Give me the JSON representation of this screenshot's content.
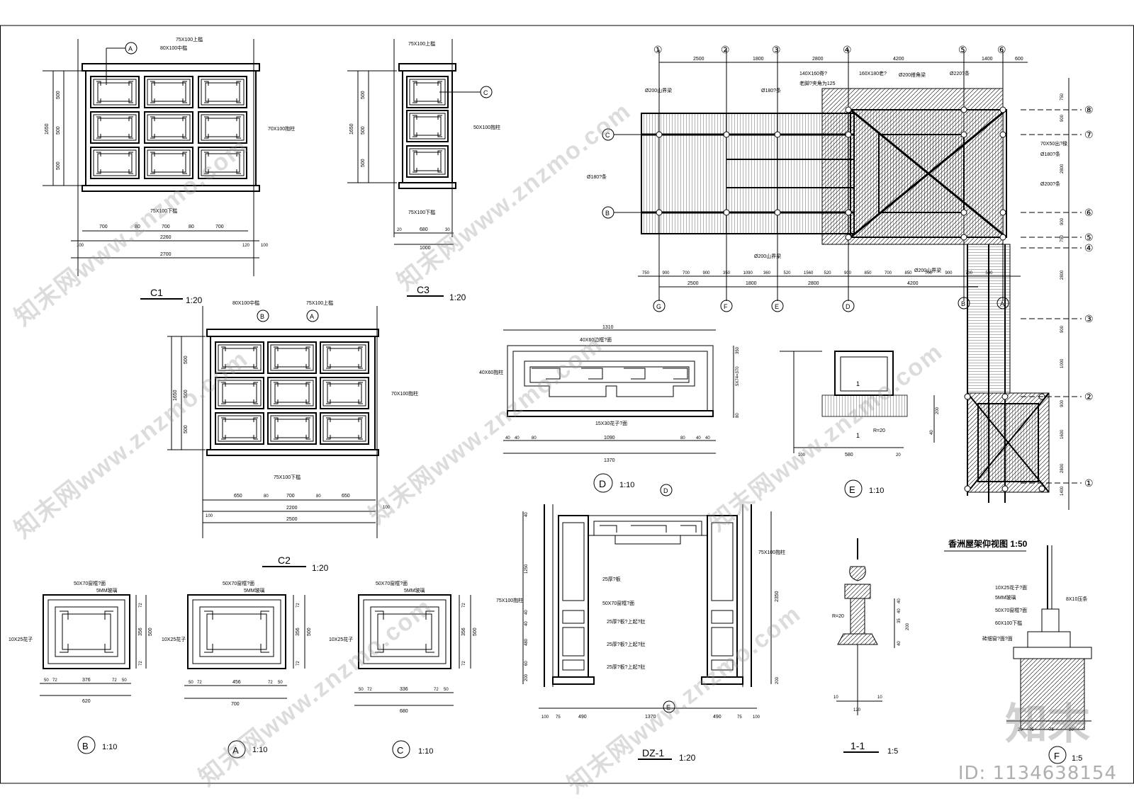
{
  "c1": {
    "title": "C1",
    "scale": "1:20",
    "top_rail": "75X100上槛",
    "mid_rail": "80X100中槛",
    "post": "70X100抱柱",
    "bottom_rail": "75X100下槛",
    "callout": "A",
    "dims_h": [
      "100",
      "100",
      "700",
      "80",
      "700",
      "80",
      "700",
      "120",
      "100"
    ],
    "dim_inner": "2260",
    "dim_total": "2700",
    "dims_v": [
      "500",
      "500",
      "500"
    ],
    "dim_v_total": "1650"
  },
  "c3": {
    "title": "C3",
    "scale": "1:20",
    "top_rail": "75X100上槛",
    "post": "50X100抱柱",
    "bottom_rail": "75X100下槛",
    "callout": "C",
    "dims_h": [
      "20",
      "680",
      "30"
    ],
    "dim_total": "1000",
    "dims_v": [
      "500",
      "500",
      "500"
    ],
    "dim_v_total": "1650"
  },
  "c2": {
    "title": "C2",
    "scale": "1:20",
    "top_rail": "75X100上槛",
    "mid_rail": "80X100中槛",
    "post": "70X100抱柱",
    "bottom_rail": "75X100下槛",
    "callout_b": "B",
    "callout_a": "A",
    "dims_h": [
      "100",
      "650",
      "80",
      "700",
      "80",
      "650",
      "100"
    ],
    "dim_inner": "2200",
    "dim_total": "2500",
    "dims_v": [
      "500",
      "500",
      "500"
    ],
    "dim_v_total": "1650"
  },
  "roof_plan": {
    "title": "香洲屋架仰视图 1:50",
    "col_tags": [
      "G",
      "F",
      "E",
      "D",
      "B",
      "A"
    ],
    "row_tags_left": [
      "C",
      "B"
    ],
    "grid_top": [
      "①",
      "②",
      "③",
      "④",
      "⑤",
      "⑥"
    ],
    "grid_right": [
      "⑧",
      "⑦",
      "⑥",
      "⑤",
      "④",
      "③",
      "②",
      "①"
    ],
    "dims_top": [
      "2500",
      "1800",
      "2800",
      "4200",
      "1400",
      "600"
    ],
    "dims_bottom": [
      "750",
      "900",
      "700",
      "900",
      "350",
      "1090",
      "360",
      "520",
      "1560",
      "520",
      "900",
      "850",
      "700",
      "850",
      "700",
      "900",
      "700",
      "500"
    ],
    "dims_bottom_total": [
      "2500",
      "1800",
      "2800",
      "4200"
    ],
    "notes": [
      "140X160脊?",
      "老脚?夹角为125",
      "160X180老?",
      "Ø200搭角梁",
      "Ø220?条",
      "Ø200山界梁",
      "Ø180?条",
      "Ø180?条",
      "70X50出?椽",
      "Ø180?条",
      "Ø200?条",
      "Ø200山界梁",
      "Ø200山界梁"
    ],
    "dims_right": [
      "750",
      "900",
      "2800",
      "900",
      "750",
      "2800",
      "900",
      "1000",
      "900",
      "1600",
      "2800",
      "1400"
    ]
  },
  "d_detail": {
    "title": "D",
    "scale": "1:10",
    "top_label": "40X60边框?面",
    "side_label": "40X60抱柱",
    "bottom_label": "15X30花子?面",
    "dims_top": "1310",
    "dims_h": [
      "40",
      "40",
      "80",
      "1090",
      "80",
      "40",
      "40"
    ],
    "dim_total": "1370",
    "dims_v": [
      "350",
      "5X74=370",
      "80"
    ]
  },
  "e_detail_upper": {
    "label": "1",
    "r": "R=20",
    "dims_h": [
      "100",
      "580",
      "20"
    ],
    "dims_v": [
      "200",
      "40"
    ]
  },
  "b_detail": {
    "title": "B",
    "scale": "1:10",
    "frame": "50X70窗框?面",
    "glass": "5MM玻璃",
    "bar": "10X25花子",
    "dims_h": [
      "50",
      "72",
      "376",
      "72",
      "50"
    ],
    "dim_total": "620",
    "dims_v": [
      "72",
      "356",
      "72"
    ],
    "dim_v_total": "500"
  },
  "a_detail": {
    "title": "A",
    "scale": "1:10",
    "frame": "50X70窗框?面",
    "glass": "5MM玻璃",
    "bar": "10X25花子",
    "dims_h": [
      "50",
      "72",
      "456",
      "72",
      "50"
    ],
    "dim_total": "700",
    "dims_v": [
      "72",
      "356",
      "72"
    ],
    "dim_v_total": "500"
  },
  "c_detail": {
    "title": "C",
    "scale": "1:10",
    "frame": "50X70窗框?面",
    "glass": "5MM玻璃",
    "bar": "10X25花子",
    "dims_h": [
      "50",
      "72",
      "336",
      "72",
      "50"
    ],
    "dim_total": "680",
    "dims_v": [
      "72",
      "356",
      "72"
    ],
    "dim_v_total": "500"
  },
  "dz1": {
    "title": "DZ-1",
    "scale": "1:20",
    "callout_d": "D",
    "callout_e": "E",
    "labels": [
      "75X100抱柱",
      "25厚?板",
      "50X70窗框?面",
      "25厚?板?上起?肚",
      "25厚?板?上起?肚",
      "25厚?板?上起?肚"
    ],
    "post_left": "75X100抱柱",
    "dims_h": [
      "100",
      "75",
      "490",
      "1370",
      "490",
      "75",
      "100"
    ],
    "dims_v_left": [
      "40",
      "1250",
      "40",
      "40",
      "480",
      "60",
      "200"
    ],
    "dim_v_total": "2350",
    "dim_v_right": "200"
  },
  "e_section": {
    "title": "E",
    "scale": "1:10",
    "r": "R=20",
    "dims_v": [
      "40",
      "40",
      "35",
      "200",
      "40"
    ],
    "dims_h": [
      "10",
      "10",
      "120"
    ]
  },
  "s1_1": {
    "title": "1-1",
    "scale": "1:5"
  },
  "f_detail": {
    "title": "F",
    "scale": "1:5",
    "labels": [
      "10X25花子?面",
      "5MM玻璃",
      "50X70窗框?面",
      "60X100下槛",
      "砖细窗?面?面"
    ],
    "side": "8X10压条",
    "dims_h": [
      "20",
      "75",
      "75",
      "20"
    ]
  },
  "watermark": "知末网www.znzmo.com",
  "logo": "知末",
  "id_tag": "ID: 1134638154"
}
